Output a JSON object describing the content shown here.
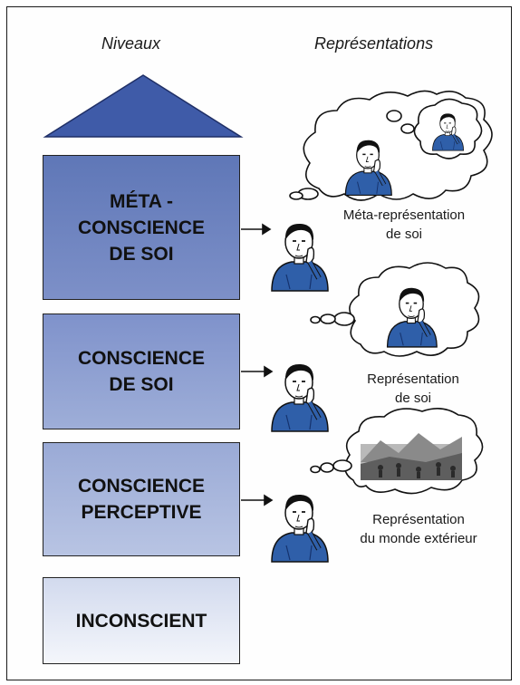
{
  "headers": {
    "levels": "Niveaux",
    "representations": "Représentations"
  },
  "levels": [
    {
      "line1": "MÉTA -",
      "line2": "CONSCIENCE",
      "line3": "DE SOI"
    },
    {
      "line1": "CONSCIENCE",
      "line2": "DE SOI"
    },
    {
      "line1": "CONSCIENCE",
      "line2": "PERCEPTIVE"
    },
    {
      "line1": "INCONSCIENT"
    }
  ],
  "representations": [
    {
      "line1": "Méta-représentation",
      "line2": "de soi"
    },
    {
      "line1": "Représentation",
      "line2": "de soi"
    },
    {
      "line1": "Représentation",
      "line2": "du monde extérieur"
    }
  ],
  "colors": {
    "triangle": "#3f5ba8",
    "figure": "#2f5fa9",
    "arrow": "#111111"
  }
}
